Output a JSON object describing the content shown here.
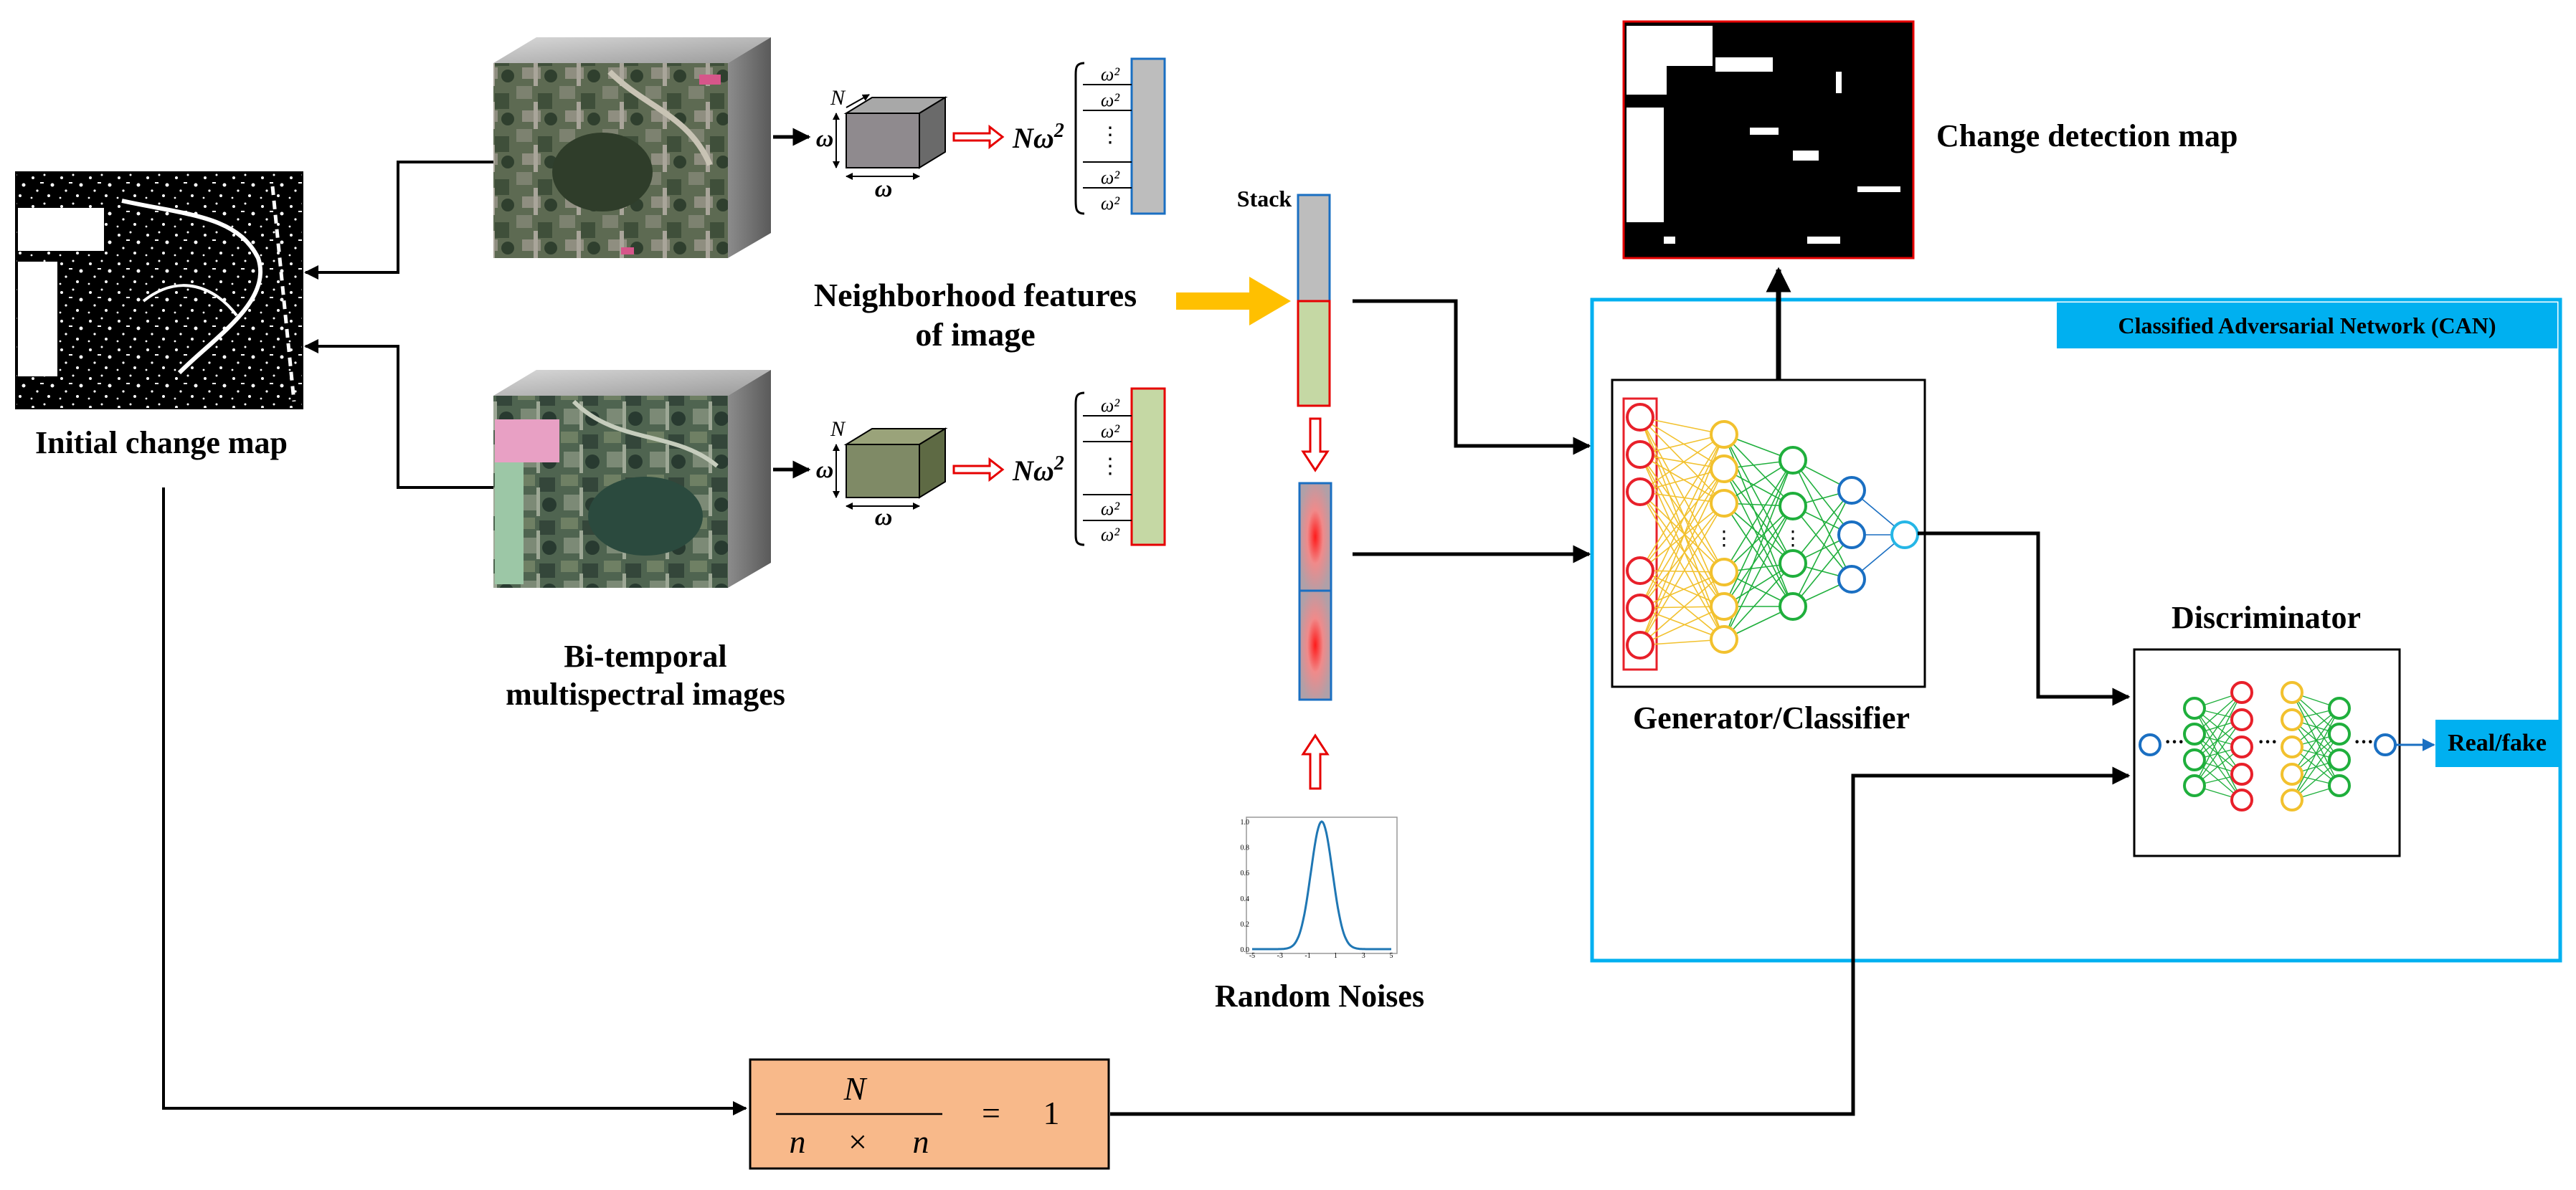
{
  "labels": {
    "initial_change_map": "Initial change map",
    "bi_temporal_line1": "Bi-temporal",
    "bi_temporal_line2": "multispectral images",
    "neighborhood_line1": "Neighborhood features",
    "neighborhood_line2": "of image",
    "stack": "Stack",
    "random_noises": "Random Noises",
    "change_detection_map": "Change detection map",
    "can_title": "Classified Adversarial Network (CAN)",
    "generator_classifier": "Generator/Classifier",
    "discriminator": "Discriminator",
    "real_fake": "Real/fake"
  },
  "symbols": {
    "N": "N",
    "omega": "ω",
    "n_omega2": "Nω2",
    "omega2": "ω2",
    "dots": "⋮",
    "hdots": "···"
  },
  "formula": {
    "numerator": "N",
    "denominator_left": "n",
    "times": "×",
    "denominator_right": "n",
    "equals": "=",
    "result": "1"
  },
  "gaussian_plot": {
    "x_ticks": [
      "-5",
      "-3",
      "-1",
      "1",
      "3",
      "5"
    ],
    "y_ticks": [
      "0.0",
      "0.2",
      "0.4",
      "0.6",
      "0.8",
      "1.0"
    ],
    "mean": 0,
    "xlim": [
      -5,
      5
    ],
    "ylim": [
      0,
      1
    ],
    "color": "#1f77b4"
  },
  "colors": {
    "can_border": "#00B0F0",
    "formula_fill": "#F8B98A",
    "feature_gray": "#BDBDBD",
    "feature_green": "#C5D8A4",
    "arrow_red": "#E60000",
    "arrow_yellow": "#FFC000",
    "layer_red": "#E8202A",
    "layer_yellow": "#F2C12E",
    "layer_green": "#1FAF3C",
    "layer_blue": "#1A6FC2",
    "layer_cyan": "#25B6E6"
  }
}
